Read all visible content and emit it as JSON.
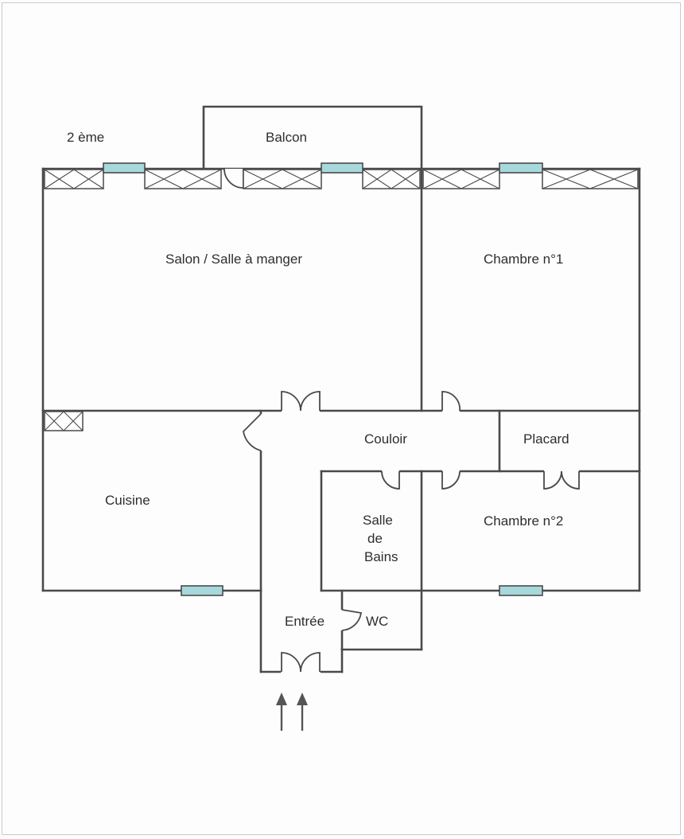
{
  "plan": {
    "floor_label": "2 ème",
    "rooms": {
      "balcon": "Balcon",
      "salon": "Salon / Salle à manger",
      "chambre1": "Chambre n°1",
      "couloir": "Couloir",
      "placard": "Placard",
      "cuisine": "Cuisine",
      "salle_de_bains": [
        "Salle",
        "de",
        "Bains"
      ],
      "chambre2": "Chambre n°2",
      "entree": "Entrée",
      "wc": "WC"
    },
    "colors": {
      "wall": "#4a4a4a",
      "window": "#a7d8dc",
      "text": "#2e2e2e"
    }
  }
}
